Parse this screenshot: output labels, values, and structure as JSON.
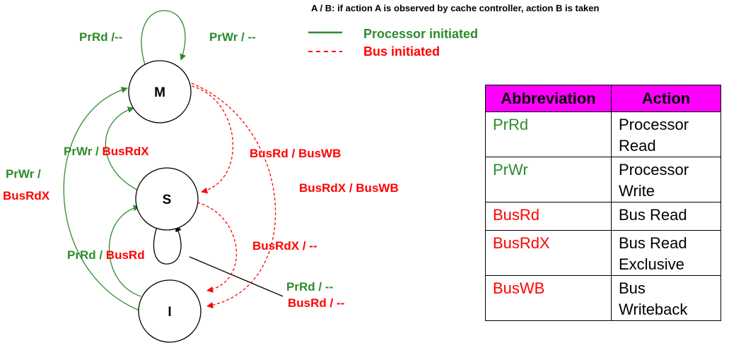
{
  "caption": "A / B: if action A is observed by cache controller,  action B is taken",
  "legend": {
    "processor_label": "Processor initiated",
    "bus_label": "Bus initiated"
  },
  "colors": {
    "processor": "#2e8b2e",
    "bus": "#ff0000",
    "header": "#ff00ff"
  },
  "states": {
    "m": "M",
    "s": "S",
    "i": "I"
  },
  "transitions": {
    "m_self_left": "PrRd /--",
    "m_self_right": "PrWr / --",
    "s_to_m_a": "PrWr / ",
    "s_to_m_b": "BusRdX",
    "i_to_m_a": "PrWr /",
    "i_to_m_b": "BusRdX",
    "i_to_s_a": "PrRd / ",
    "i_to_s_b": "BusRd",
    "m_to_s": "BusRd / BusWB",
    "m_to_i": "BusRdX / BusWB",
    "s_to_i": "BusRdX / --",
    "s_self_a": "PrRd / --",
    "s_self_b": "BusRd / --"
  },
  "table": {
    "headers": [
      "Abbreviation",
      "Action"
    ],
    "rows": [
      {
        "abbr": "PrRd",
        "action_1": "Processor",
        "action_2": "Read",
        "kind": "processor"
      },
      {
        "abbr": "PrWr",
        "action_1": "Processor",
        "action_2": "Write",
        "kind": "processor"
      },
      {
        "abbr": "BusRd",
        "action_1": "Bus Read",
        "action_2": "",
        "kind": "bus"
      },
      {
        "abbr": "BusRdX",
        "action_1": "Bus Read",
        "action_2": "Exclusive",
        "kind": "bus"
      },
      {
        "abbr": "BusWB",
        "action_1": "Bus",
        "action_2": "Writeback",
        "kind": "bus"
      }
    ]
  }
}
